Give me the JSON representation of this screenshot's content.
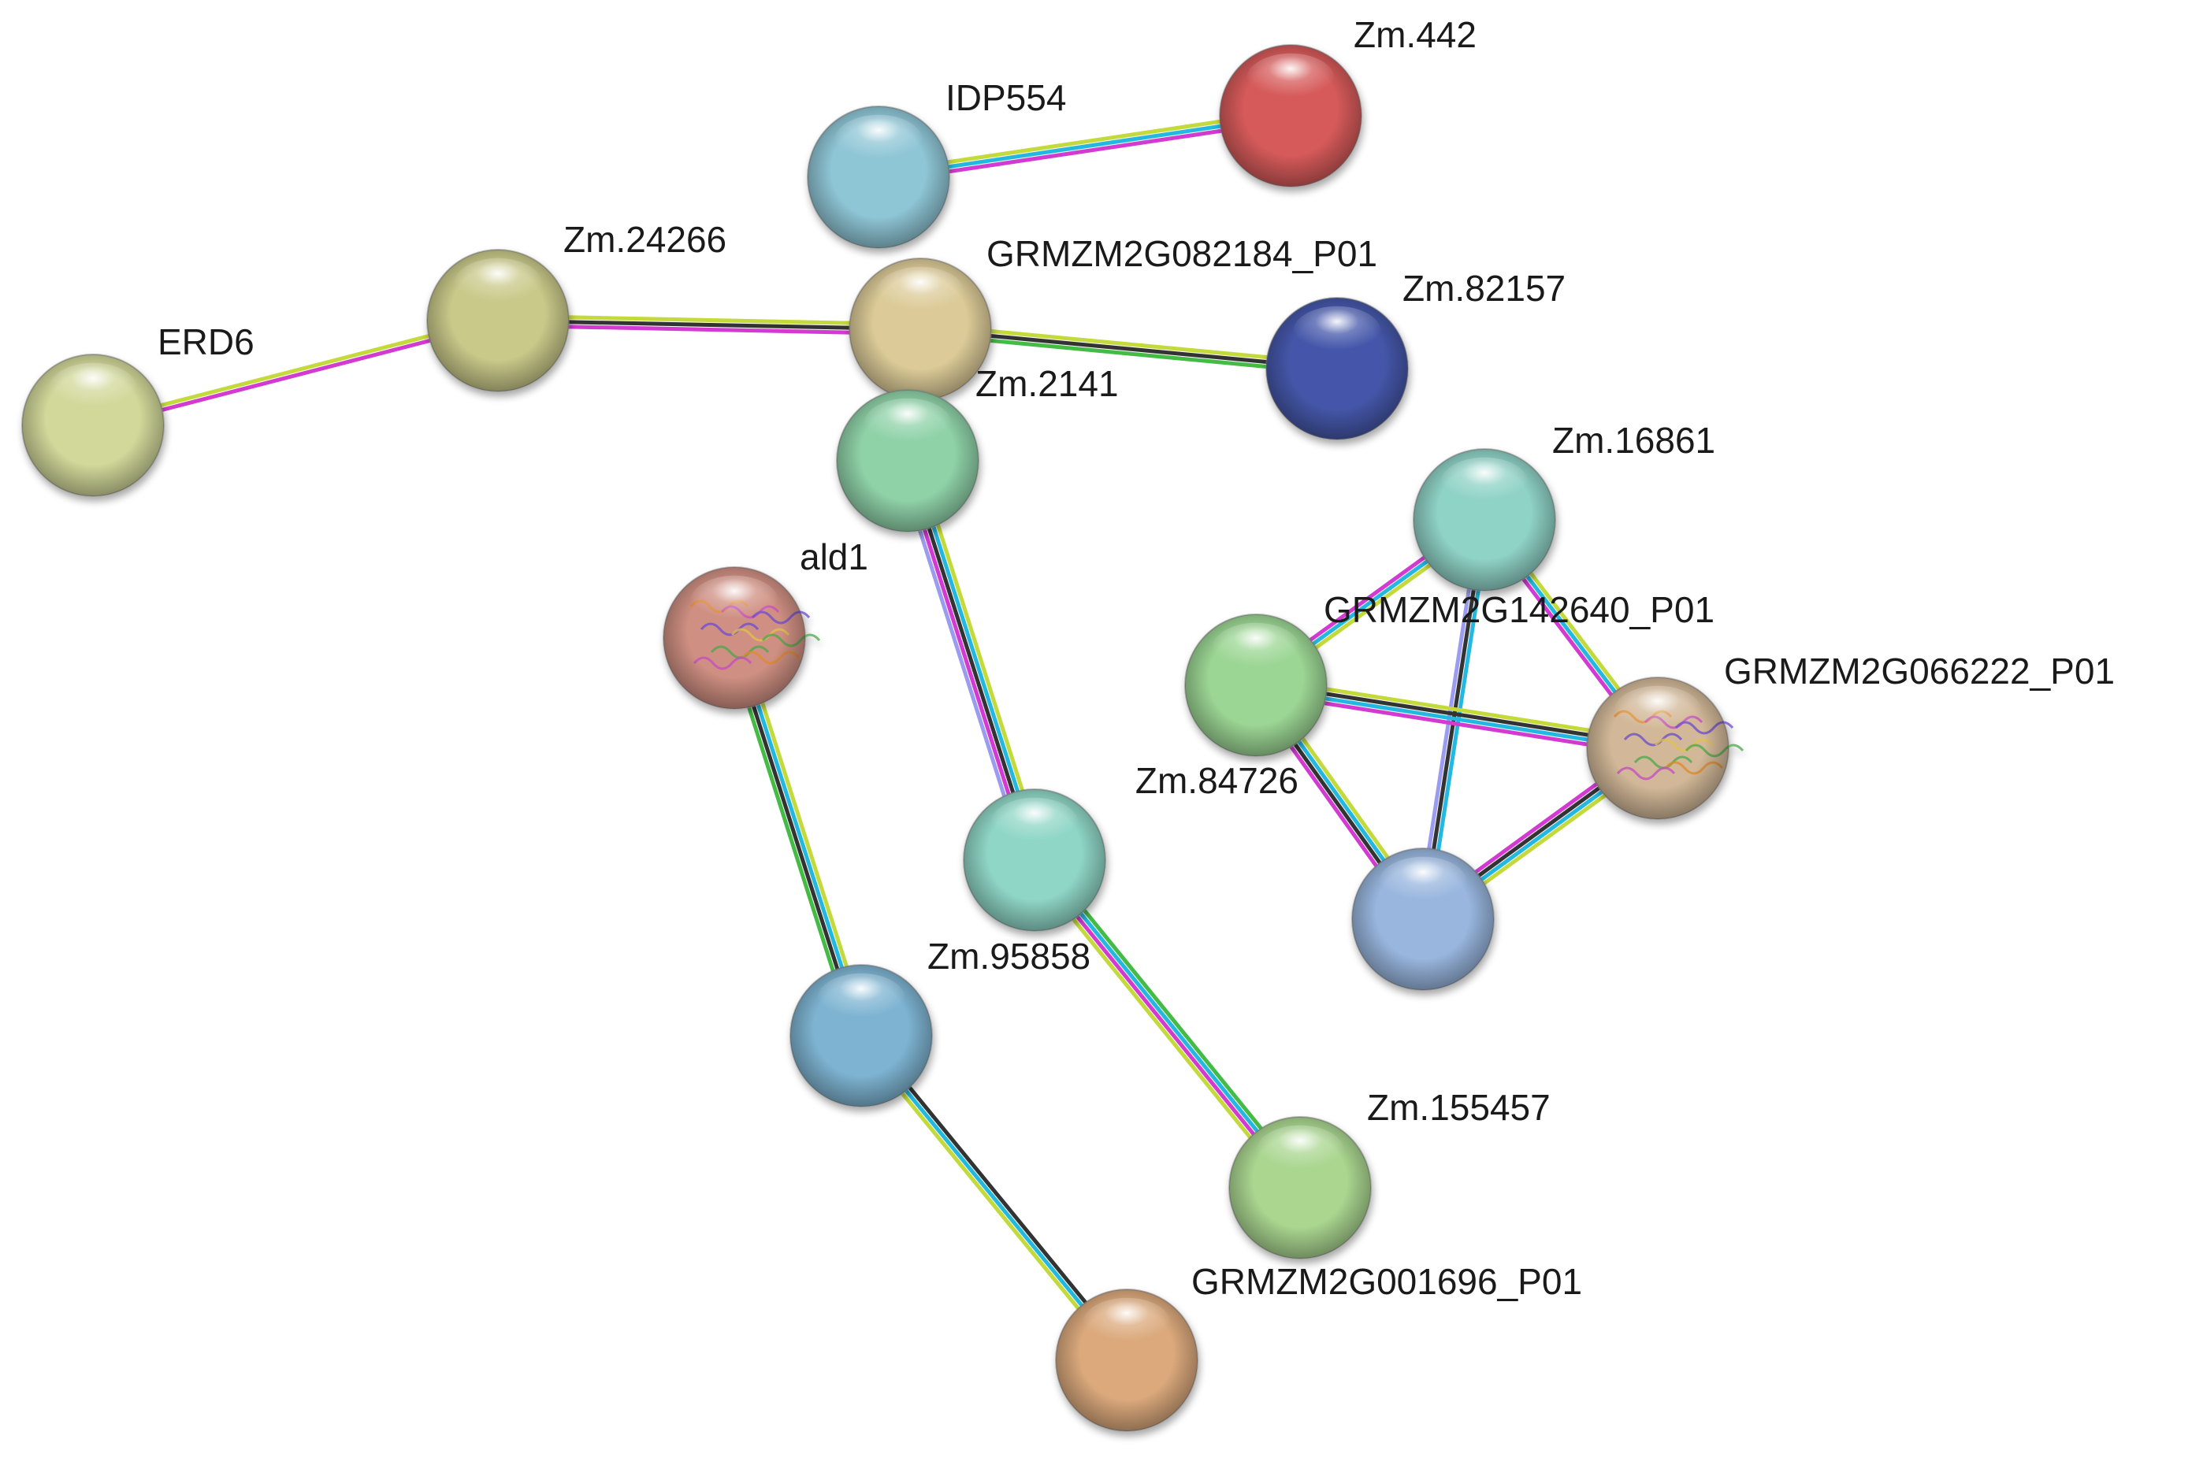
{
  "diagram": {
    "nodes": [
      {
        "id": "IDP554",
        "label": "IDP554",
        "color": "#8fc6d6"
      },
      {
        "id": "Zm.442",
        "label": "Zm.442",
        "color": "#d65a5a"
      },
      {
        "id": "Zm.24266",
        "label": "Zm.24266",
        "color": "#c9c98a"
      },
      {
        "id": "ERD6",
        "label": "ERD6",
        "color": "#d2d89a"
      },
      {
        "id": "GRMZM2G082184_P01",
        "label": "GRMZM2G082184_P01",
        "color": "#dccb98"
      },
      {
        "id": "Zm.82157",
        "label": "Zm.82157",
        "color": "#4557aa"
      },
      {
        "id": "Zm.2141",
        "label": "Zm.2141",
        "color": "#8fd2a8"
      },
      {
        "id": "ald1",
        "label": "ald1",
        "color": "#cf8f82",
        "has_structure": true
      },
      {
        "id": "Zm.16861",
        "label": "Zm.16861",
        "color": "#8fd2c6"
      },
      {
        "id": "GRMZM2G142640_P01",
        "label": "GRMZM2G142640_P01",
        "color": "#9cd694"
      },
      {
        "id": "GRMZM2G066222_P01",
        "label": "GRMZM2G066222_P01",
        "color": "#d2b898",
        "has_structure": true
      },
      {
        "id": "Zm.84726",
        "label": "Zm.84726",
        "color": "#98b6de"
      },
      {
        "id": "Zm.95858",
        "label": "Zm.95858",
        "color": "#8fd6c6"
      },
      {
        "id": "node-blue-lower",
        "label": "",
        "color": "#7eb4d2"
      },
      {
        "id": "Zm.155457",
        "label": "Zm.155457",
        "color": "#aad690"
      },
      {
        "id": "GRMZM2G001696_P01",
        "label": "GRMZM2G001696_P01",
        "color": "#dba97c"
      }
    ],
    "edges": [
      {
        "source": "IDP554",
        "target": "Zm.442",
        "evidence": [
          "#c4d93a",
          "#22b8e0",
          "#d23ad2"
        ]
      },
      {
        "source": "ERD6",
        "target": "Zm.24266",
        "evidence": [
          "#c4d93a",
          "#d23ad2"
        ]
      },
      {
        "source": "Zm.24266",
        "target": "GRMZM2G082184_P01",
        "evidence": [
          "#c4d93a",
          "#333333",
          "#d23ad2"
        ]
      },
      {
        "source": "GRMZM2G082184_P01",
        "target": "Zm.82157",
        "evidence": [
          "#c4d93a",
          "#333333",
          "#44bb44"
        ]
      },
      {
        "source": "Zm.2141",
        "target": "Zm.95858",
        "evidence": [
          "#c4d93a",
          "#22b8e0",
          "#333333",
          "#d23ad2",
          "#9b9bef"
        ]
      },
      {
        "source": "ald1",
        "target": "node-blue-lower",
        "evidence": [
          "#c4d93a",
          "#22b8e0",
          "#333333",
          "#44bb44"
        ]
      },
      {
        "source": "node-blue-lower",
        "target": "GRMZM2G001696_P01",
        "evidence": [
          "#333333",
          "#22b8e0",
          "#c4d93a"
        ]
      },
      {
        "source": "Zm.95858",
        "target": "Zm.155457",
        "evidence": [
          "#44bb44",
          "#22b8e0",
          "#d23ad2",
          "#c4d93a"
        ]
      },
      {
        "source": "Zm.16861",
        "target": "GRMZM2G142640_P01",
        "evidence": [
          "#c4d93a",
          "#22b8e0",
          "#d23ad2"
        ]
      },
      {
        "source": "Zm.16861",
        "target": "GRMZM2G066222_P01",
        "evidence": [
          "#c4d93a",
          "#22b8e0",
          "#d23ad2"
        ]
      },
      {
        "source": "Zm.16861",
        "target": "Zm.84726",
        "evidence": [
          "#22b8e0",
          "#333333",
          "#9b9bef"
        ]
      },
      {
        "source": "GRMZM2G142640_P01",
        "target": "GRMZM2G066222_P01",
        "evidence": [
          "#c4d93a",
          "#333333",
          "#22b8e0",
          "#d23ad2"
        ]
      },
      {
        "source": "GRMZM2G142640_P01",
        "target": "Zm.84726",
        "evidence": [
          "#c4d93a",
          "#22b8e0",
          "#333333",
          "#d23ad2"
        ]
      },
      {
        "source": "GRMZM2G066222_P01",
        "target": "Zm.84726",
        "evidence": [
          "#c4d93a",
          "#22b8e0",
          "#333333",
          "#d23ad2"
        ]
      }
    ]
  }
}
